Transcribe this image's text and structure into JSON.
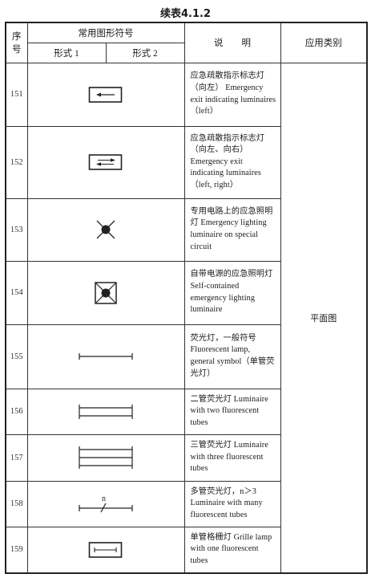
{
  "title": "续表4.1.2",
  "header": {
    "seq": "序\n号",
    "symbols": "常用图形符号",
    "form1": "形式 1",
    "form2": "形式 2",
    "desc": "说　　明",
    "category": "应用类别"
  },
  "rows": [
    {
      "num": "151",
      "symbol": "exit-left-icon",
      "desc": "应急疏散指示标志灯（向左） Emergency exit indicating luminaires（left）"
    },
    {
      "num": "152",
      "symbol": "exit-both-icon",
      "desc": "应急疏散指示标志灯（向左、向右） Emergency exit indicating luminaires（left, right）"
    },
    {
      "num": "153",
      "symbol": "emergency-cross-icon",
      "desc": "专用电路上的应急照明灯 Emergency lighting luminaire on special circuit"
    },
    {
      "num": "154",
      "symbol": "self-contained-icon",
      "desc": "自带电源的应急照明灯 Self-contained emergency lighting luminaire"
    },
    {
      "num": "155",
      "symbol": "fluorescent-single-icon",
      "desc": "荧光灯，一般符号 Fluorescent lamp, general symbol（单管荧光灯）"
    },
    {
      "num": "156",
      "symbol": "fluorescent-two-icon",
      "desc": "二管荧光灯 Luminaire with two fluorescent tubes"
    },
    {
      "num": "157",
      "symbol": "fluorescent-three-icon",
      "desc": "三管荧光灯 Luminaire with three fluorescent tubes"
    },
    {
      "num": "158",
      "symbol": "fluorescent-many-icon",
      "symbol_label": "n",
      "desc": "多管荧光灯，n＞3 Luminaire with many fluorescent tubes"
    },
    {
      "num": "159",
      "symbol": "grille-lamp-icon",
      "desc": "单管格栅灯 Grille lamp with one fluorescent tubes"
    }
  ],
  "category_value": "平面图"
}
